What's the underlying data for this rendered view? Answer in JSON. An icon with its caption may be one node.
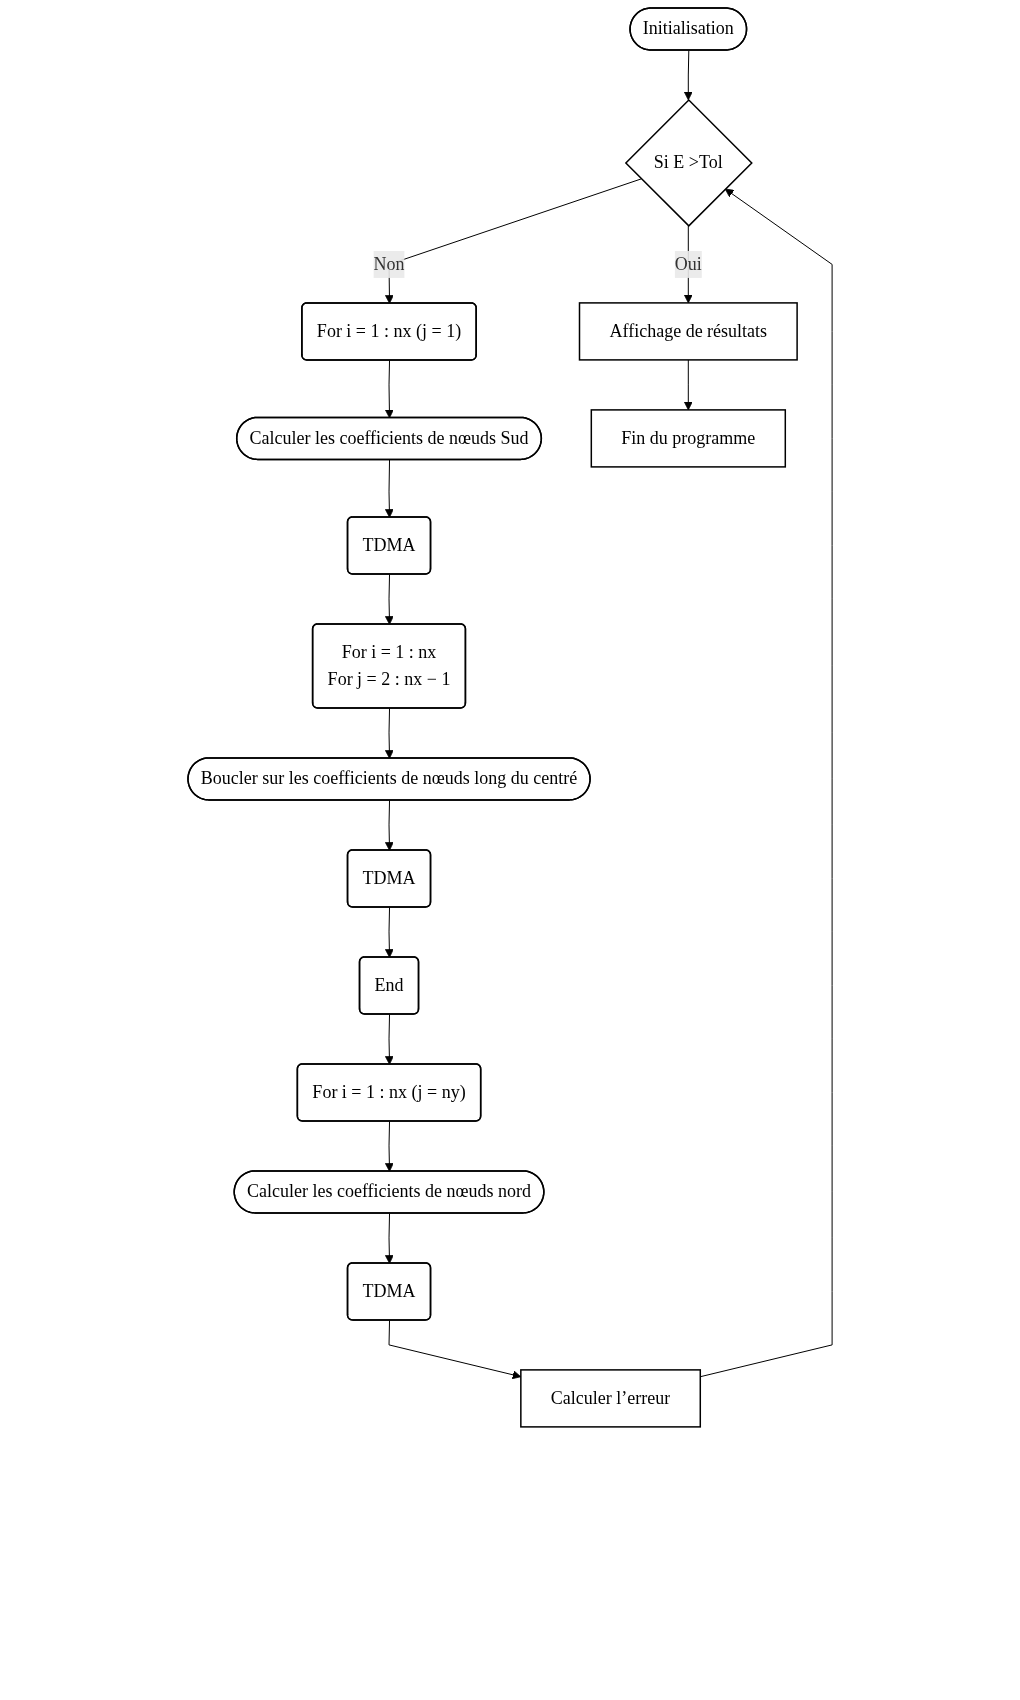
{
  "diagram": {
    "nodes": [
      {
        "text": [
          "Initialisation"
        ]
      },
      {
        "text": [
          "Si E >Tol"
        ]
      },
      {
        "text": [
          "For i = 1 : nx (j = 1)"
        ]
      },
      {
        "text": [
          "Calculer les coefficients de nœuds Sud"
        ]
      },
      {
        "text": [
          "TDMA"
        ]
      },
      {
        "text": [
          "For i = 1 : nx",
          "For j = 2 : nx − 1"
        ]
      },
      {
        "text": [
          "Boucler sur les coefficients de nœuds long du centré"
        ]
      },
      {
        "text": [
          "TDMA"
        ]
      },
      {
        "text": [
          "End"
        ]
      },
      {
        "text": [
          "For i = 1 : nx (j = ny)"
        ]
      },
      {
        "text": [
          "Calculer les coefficients de nœuds nord"
        ]
      },
      {
        "text": [
          "TDMA"
        ]
      },
      {
        "text": [
          "Calculer l’erreur"
        ]
      },
      {
        "text": [
          "Affichage de résultats"
        ]
      },
      {
        "text": [
          "Fin du programme"
        ]
      }
    ],
    "edges": [
      {
        "from": 0,
        "to": 1,
        "arrow": "to"
      },
      {
        "from": 1,
        "to": 2,
        "arrow": "to",
        "label": "Non"
      },
      {
        "from": 2,
        "to": 3,
        "arrow": "to"
      },
      {
        "from": 3,
        "to": 4,
        "arrow": "to"
      },
      {
        "from": 4,
        "to": 5,
        "arrow": "to"
      },
      {
        "from": 5,
        "to": 6,
        "arrow": "to"
      },
      {
        "from": 6,
        "to": 7,
        "arrow": "to"
      },
      {
        "from": 7,
        "to": 8,
        "arrow": "to"
      },
      {
        "from": 8,
        "to": 9,
        "arrow": "to"
      },
      {
        "from": 9,
        "to": 10,
        "arrow": "to"
      },
      {
        "from": 10,
        "to": 11,
        "arrow": "to"
      },
      {
        "from": 11,
        "to": 12,
        "arrow": "to"
      },
      {
        "from": 12,
        "to": 1,
        "arrow": "to"
      },
      {
        "from": 1,
        "to": 13,
        "arrow": "to",
        "label": "Oui"
      },
      {
        "from": 13,
        "to": 14,
        "arrow": "to"
      }
    ]
  }
}
